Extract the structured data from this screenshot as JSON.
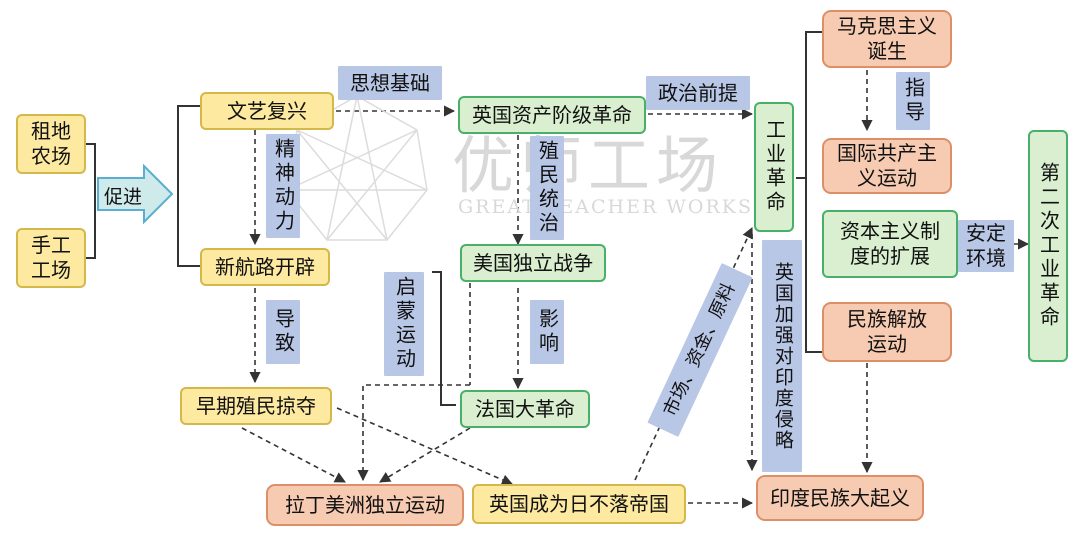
{
  "watermark": {
    "cn": "优师工场",
    "en": "GREAT TEACHER WORKS"
  },
  "nodes": {
    "zudi_nongchang": "租地\n农场",
    "shougong_gongchang": "手工\n工场",
    "cujin": "促进",
    "wenyi_fuxing": "文艺复兴",
    "xinhanglu_kaipi": "新航路开辟",
    "zaoqi_zhimin_lveduo": "早期殖民掠夺",
    "yingguo_zichan_geming": "英国资产阶级革命",
    "meiguo_duli_zhanzheng": "美国独立战争",
    "faguo_dageming": "法国大革命",
    "gongye_geming": "工业革命",
    "lading_meizhou": "拉丁美洲独立运动",
    "yingguo_riburi": "英国成为日不落帝国",
    "yindu_qiyi": "印度民族大起义",
    "makesi_zhuyi": "马克思主义\n诞生",
    "guoji_gongchan": "国际共产主\n义运动",
    "ziben_zhuyi_kuozhan": "资本主义制\n度的扩展",
    "minzu_jiefang": "民族解放\n运动",
    "di_er_ci_gongye_geming": "第二次工业革命"
  },
  "labels": {
    "sixiang_jichu": "思想基础",
    "jingshen_dongli": "精神动力",
    "daozhi": "导致",
    "zhimin_tongzhi": "殖民统治",
    "qimeng_yundong": "启蒙运动",
    "yingxiang": "影响",
    "zhengzhi_qianti": "政治前提",
    "shichang_zijin_yuanliao": "市场、资金、原料",
    "yingguo_qinlve_yindu": "英国加强对印度侵略",
    "zhidao": "指导",
    "anding_huanjing": "安定\n环境"
  }
}
